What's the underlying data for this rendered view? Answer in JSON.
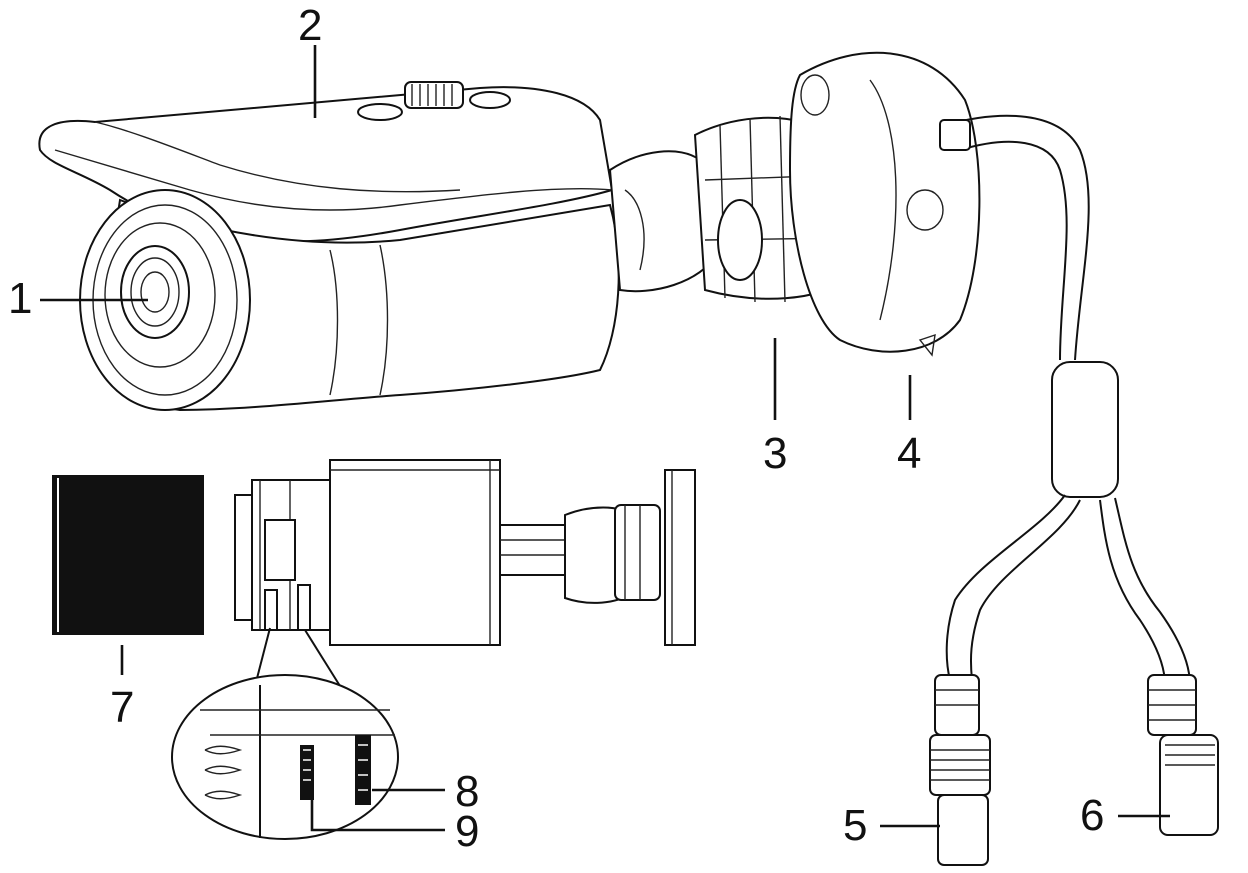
{
  "diagram": {
    "callouts": [
      {
        "id": "1",
        "label": "1"
      },
      {
        "id": "2",
        "label": "2"
      },
      {
        "id": "3",
        "label": "3"
      },
      {
        "id": "4",
        "label": "4"
      },
      {
        "id": "5",
        "label": "5"
      },
      {
        "id": "6",
        "label": "6"
      },
      {
        "id": "7",
        "label": "7"
      },
      {
        "id": "8",
        "label": "8"
      },
      {
        "id": "9",
        "label": "9"
      }
    ],
    "colors": {
      "line": "#111111",
      "background": "#ffffff",
      "fill_dark": "#111111"
    }
  }
}
